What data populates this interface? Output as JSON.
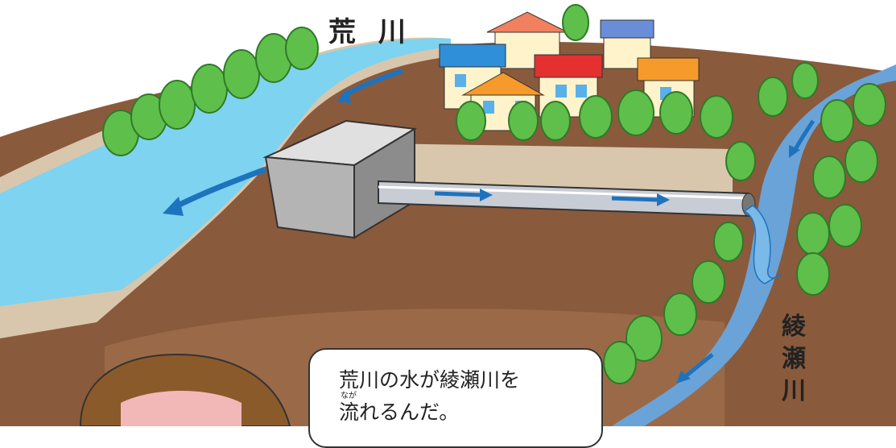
{
  "labels": {
    "arakawa": "荒 川",
    "ayase": [
      "綾",
      "瀬",
      "川"
    ]
  },
  "speech": {
    "line1": "荒川の水が綾瀬川を",
    "line2": "流れるんだ。",
    "ruby": "なが"
  },
  "colors": {
    "river_arakawa": "#7dd3f0",
    "river_ayase": "#6aa3d8",
    "ground": "#8a5a3c",
    "soil": "#d8c7ad",
    "tree": "#5fbf4b",
    "pipe": "#c8ccd4",
    "arrow": "#1e73be",
    "box": "#b4b4b4"
  }
}
